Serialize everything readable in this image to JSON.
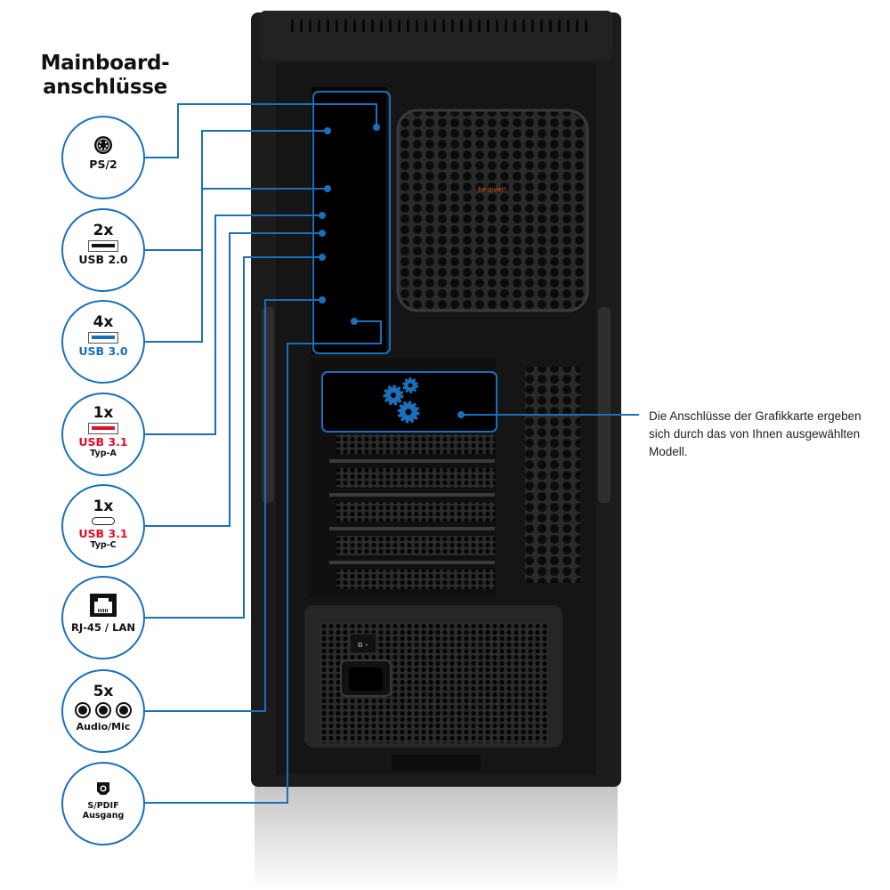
{
  "title_line1": "Mainboard-",
  "title_line2": "anschlüsse",
  "ports": [
    {
      "count": "",
      "label": "PS/2",
      "sub": "",
      "icon": "ps2-icon"
    },
    {
      "count": "2x",
      "label": "USB 2.0",
      "sub": "",
      "icon": "usb-a-icon",
      "color": "#111111"
    },
    {
      "count": "4x",
      "label": "USB 3.0",
      "sub": "",
      "icon": "usb-a-icon",
      "color": "#1b6fba"
    },
    {
      "count": "1x",
      "label": "USB 3.1",
      "sub": "Typ-A",
      "icon": "usb-a-icon",
      "color": "#e0102a"
    },
    {
      "count": "1x",
      "label": "USB 3.1",
      "sub": "Typ-C",
      "icon": "usb-c-icon",
      "color": "#e0102a"
    },
    {
      "count": "",
      "label": "RJ-45 / LAN",
      "sub": "",
      "icon": "ethernet-icon"
    },
    {
      "count": "5x",
      "label": "Audio/Mic",
      "sub": "",
      "icon": "audio-jack-icon"
    },
    {
      "count": "",
      "label": "S/PDIF",
      "sub": "Ausgang",
      "icon": "spdif-icon"
    }
  ],
  "graphics_note": "Die Anschlüsse der Grafik­karte ergeben sich durch das von Ihnen ausgewähl­ten Modell.",
  "graphics_icon": "gears-icon",
  "fan_logo": "be quiet!",
  "colors": {
    "accent": "#1b6fba",
    "usb31": "#e0102a",
    "case": "#1c1c1c"
  }
}
